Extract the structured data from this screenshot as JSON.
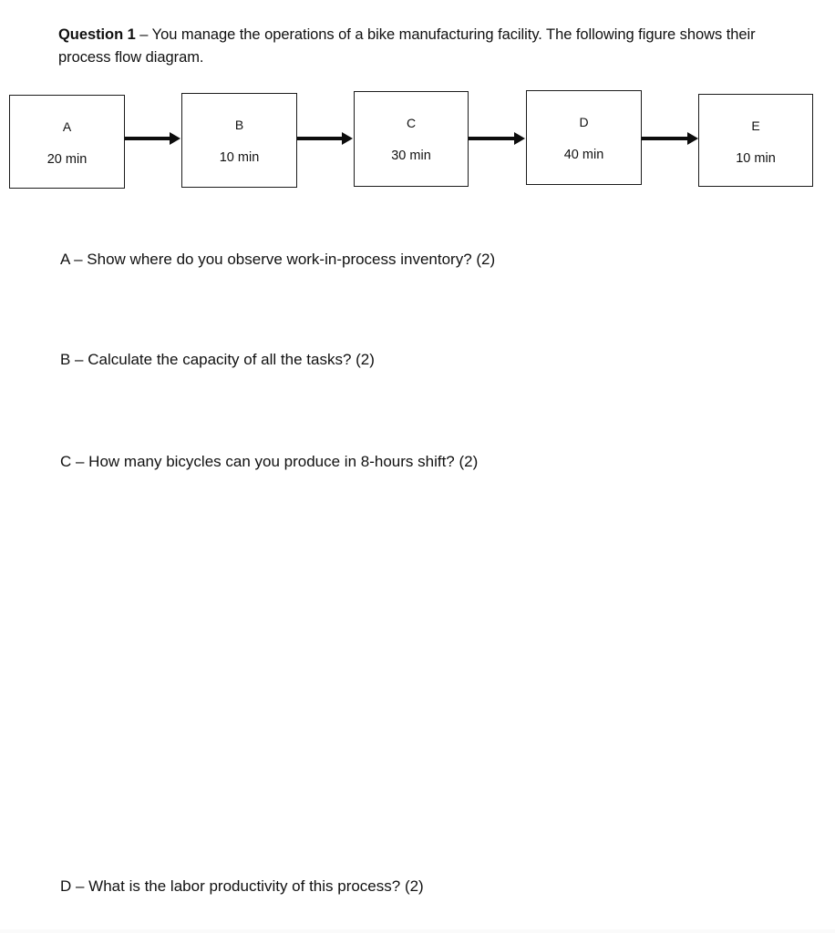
{
  "document": {
    "question_label": "Question 1",
    "dash": " – ",
    "intro_text": "You manage the operations of a bike manufacturing facility. The following figure shows their process flow diagram.",
    "bottom_band_color": "#fafafa",
    "ink_color": "#111111"
  },
  "diagram": {
    "type": "process-flow",
    "direction": "left-to-right",
    "arrow_count": 4,
    "boxes": [
      {
        "name": "A",
        "time": "20 min"
      },
      {
        "name": "B",
        "time": "10 min"
      },
      {
        "name": "C",
        "time": "30 min"
      },
      {
        "name": "D",
        "time": "40 min"
      },
      {
        "name": "E",
        "time": "10 min"
      }
    ]
  },
  "subquestions": [
    {
      "text": "A – Show where do you observe work-in-process inventory? (2)"
    },
    {
      "text": "B – Calculate the capacity of all the tasks? (2)"
    },
    {
      "text": "C – How many bicycles can you produce in 8-hours shift? (2)"
    },
    {
      "text": "D – What is the labor productivity of this process? (2)"
    }
  ]
}
